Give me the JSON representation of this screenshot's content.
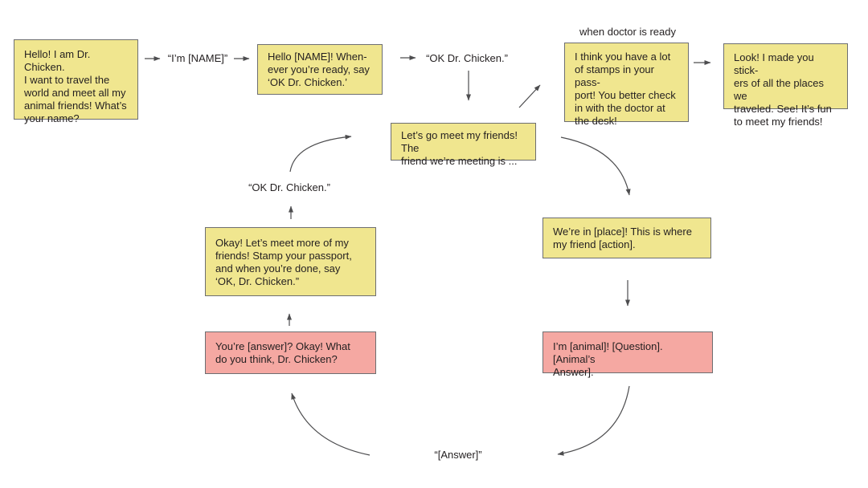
{
  "colors": {
    "yellow": "#f0e68f",
    "pink": "#f5a8a2",
    "border": "#6d6e71",
    "text": "#231f20",
    "arrow": "#4d4d4f",
    "background": "#ffffff"
  },
  "annotations": {
    "when_doctor_ready": "when doctor is ready"
  },
  "speech_labels": {
    "im_name": "“I’m [NAME]”",
    "ok_dr_chicken_top": "“OK Dr. Chicken.”",
    "ok_dr_chicken_loop": "“OK Dr. Chicken.”",
    "answer": "“[Answer]”"
  },
  "nodes": {
    "greeting": "Hello! I am Dr. Chicken.\nI want to travel the\nworld and meet all my\nanimal friends! What’s\nyour name?",
    "ready_prompt": "Hello [NAME]! When-\never you’re ready, say\n‘OK Dr. Chicken.’",
    "meet_friend": "Let’s go meet my friends! The\nfriend we’re meeting is ...",
    "passport_check": "I think you have a lot\nof stamps in your pass-\nport! You better check\nin with the doctor at\nthe desk!",
    "stickers": "Look! I made you stick-\ners of all the places we\ntraveled. See! It’s fun\nto meet my friends!",
    "place_intro": "We’re in [place]! This is where\nmy friend [action].",
    "animal_intro": "I’m [animal]! [Question]. [Animal’s\nAnswer].",
    "answer_echo": "You’re [answer]? Okay! What\ndo you think, Dr. Chicken?",
    "meet_more": "Okay! Let’s meet more of my\nfriends! Stamp your passport,\nand when you’re done, say\n‘OK, Dr. Chicken.”"
  }
}
